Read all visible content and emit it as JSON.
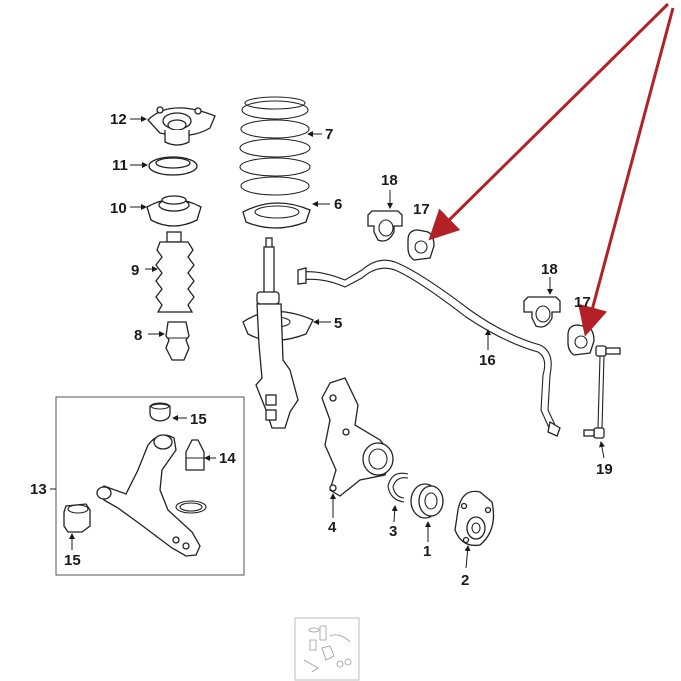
{
  "diagram": {
    "labels": {
      "p1": "1",
      "p2": "2",
      "p3": "3",
      "p4": "4",
      "p5": "5",
      "p6": "6",
      "p7": "7",
      "p8": "8",
      "p9": "9",
      "p10": "10",
      "p11": "11",
      "p12": "12",
      "p13": "13",
      "p14": "14",
      "p15a": "15",
      "p15b": "15",
      "p16": "16",
      "p17a": "17",
      "p17b": "17",
      "p18a": "18",
      "p18b": "18",
      "p19": "19"
    }
  },
  "colors": {
    "arrow": "#b32025",
    "line": "#222222"
  }
}
